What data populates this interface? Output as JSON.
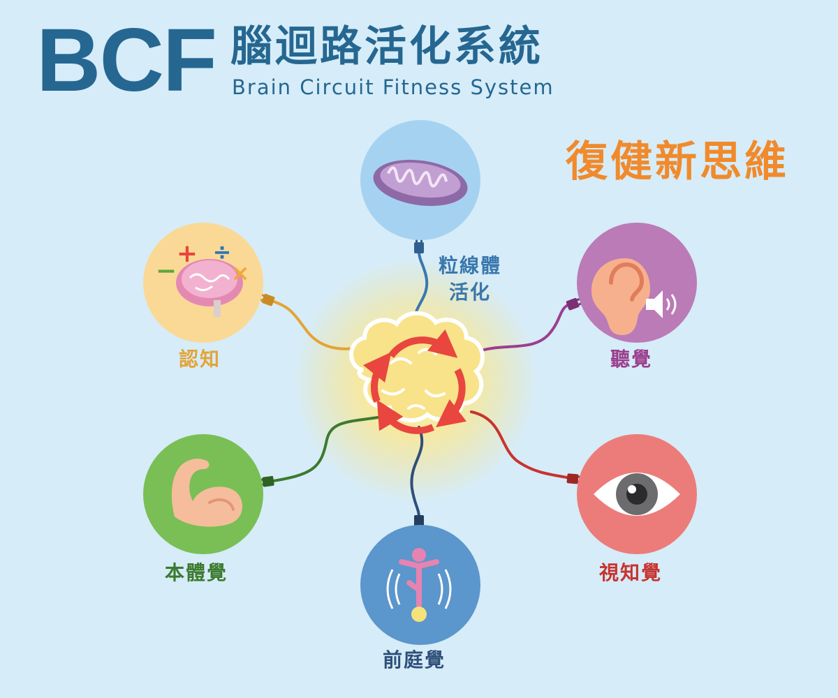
{
  "header": {
    "brand": "BCF",
    "title_cn": "腦迴路活化系統",
    "title_en": "Brain Circuit Fitness System"
  },
  "slogan": "復健新思維",
  "nodes": {
    "mitochondria": {
      "line1": "粒線體",
      "line2": "活化",
      "color": "#a6d2f2",
      "cable": "#3a77ad"
    },
    "cognition": {
      "label": "認知",
      "color": "#fad997",
      "cable": "#e3a437"
    },
    "auditory": {
      "label": "聽覺",
      "color": "#bb7bb7",
      "cable": "#9b3e8e"
    },
    "proprioception": {
      "label": "本體覺",
      "color": "#79bf55",
      "cable": "#3c7a2f"
    },
    "visual": {
      "label": "視知覺",
      "color": "#ec7c7a",
      "cable": "#c7332f"
    },
    "vestibular": {
      "label": "前庭覺",
      "color": "#5b96cc",
      "cable": "#2f4f79"
    }
  },
  "icons": {
    "mitochondria": "mitochondria-icon",
    "cognition": "math-brain-icon",
    "auditory": "ear-speaker-icon",
    "proprioception": "flexed-arm-icon",
    "visual": "eye-icon",
    "vestibular": "balance-figure-icon",
    "center": "glowing-brain-cycle-icon"
  }
}
